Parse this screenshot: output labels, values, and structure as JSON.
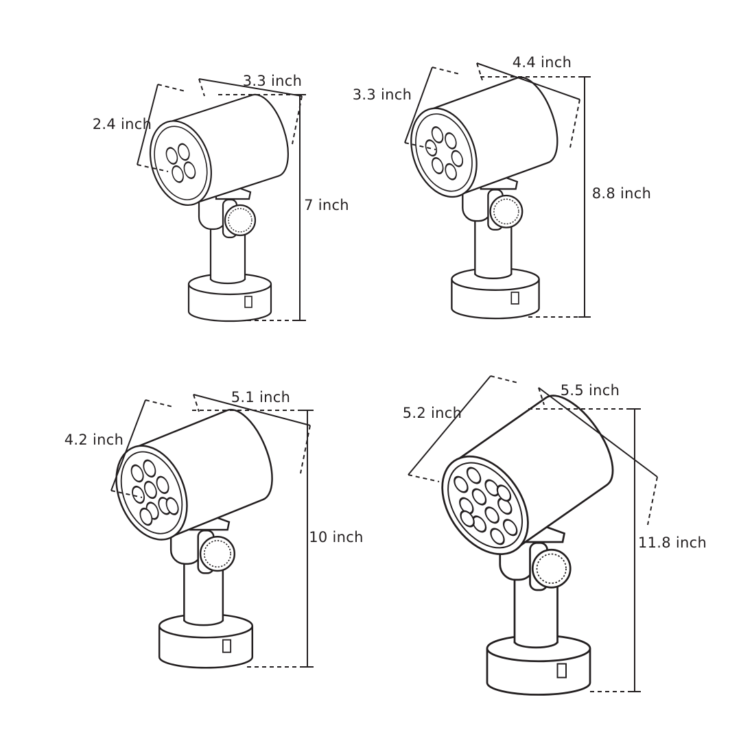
{
  "colors": {
    "line": "#231f20",
    "background": "#ffffff"
  },
  "lights": [
    {
      "width_label": "3.3 inch",
      "diameter_label": "2.4 inch",
      "height_label": "7 inch",
      "lens_count": 4
    },
    {
      "width_label": "4.4 inch",
      "diameter_label": "3.3 inch",
      "height_label": "8.8 inch",
      "lens_count": 6
    },
    {
      "width_label": "5.1 inch",
      "diameter_label": "4.2 inch",
      "height_label": "10 inch",
      "lens_count": 9
    },
    {
      "width_label": "5.5 inch",
      "diameter_label": "5.2 inch",
      "height_label": "11.8 inch",
      "lens_count": 12
    }
  ]
}
